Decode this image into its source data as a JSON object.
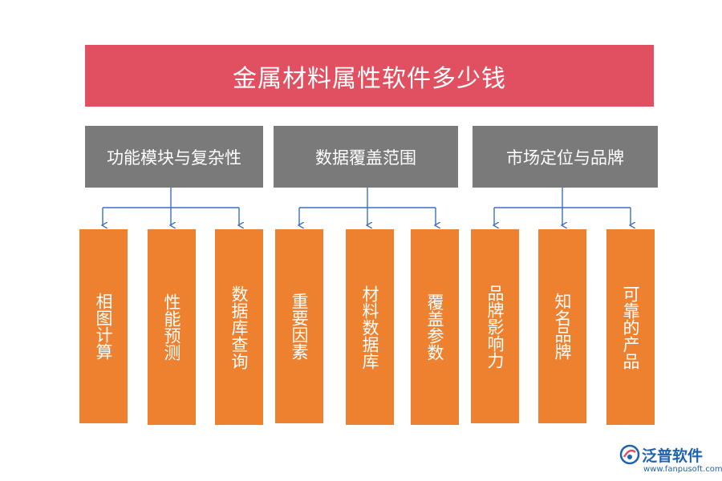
{
  "title": "金属材料属性软件多少钱",
  "colors": {
    "title_bg": "#e05060",
    "category_bg": "#7a7a7a",
    "leaf_bg": "#ed8130",
    "connector": "#3a6fc4",
    "logo": "#1f63b0"
  },
  "categories": [
    {
      "label": "功能模块与复杂性",
      "children": [
        "相图计算",
        "性能预测",
        "数据库查询"
      ]
    },
    {
      "label": "数据覆盖范围",
      "children": [
        "重要因素",
        "材料数据库",
        "覆盖参数"
      ]
    },
    {
      "label": "市场定位与品牌",
      "children": [
        "品牌影响力",
        "知名品牌",
        "可靠的产品"
      ]
    }
  ],
  "logo": {
    "name": "泛普软件",
    "url": "www.fanpusoft.com",
    "icon": "fanpu-logo-icon"
  }
}
